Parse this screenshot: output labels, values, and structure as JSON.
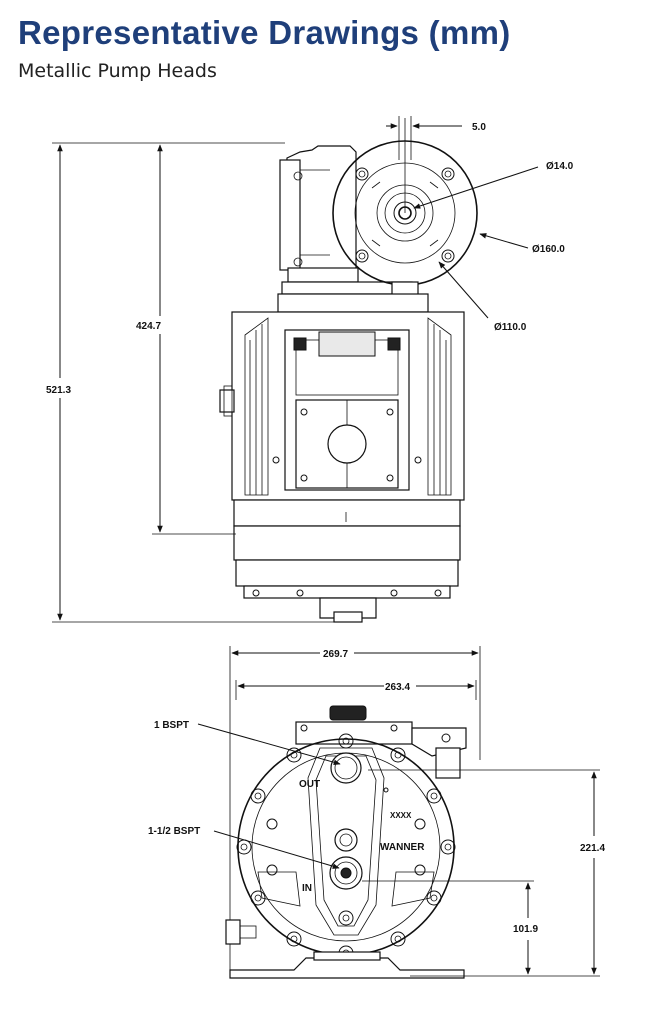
{
  "header": {
    "title": "Representative Drawings (mm)",
    "subtitle": "Metallic Pump Heads"
  },
  "top_view": {
    "dim_offset": "5.0",
    "dim_shaft_dia": "Ø14.0",
    "dim_flange_dia": "Ø160.0",
    "dim_bolt_circle": "Ø110.0",
    "dim_height_body": "424.7",
    "dim_height_total": "521.3"
  },
  "bottom_view": {
    "dim_width_total": "269.7",
    "dim_width_body": "263.4",
    "label_outlet": "1 BSPT",
    "label_inlet": "1-1/2 BSPT",
    "mark_out": "OUT",
    "mark_in": "IN",
    "mark_model": "XXXX",
    "mark_brand": "WANNER",
    "dim_height_outlet": "221.4",
    "dim_height_inlet": "101.9"
  },
  "colors": {
    "title": "#1f3f7a",
    "line": "#111111"
  }
}
